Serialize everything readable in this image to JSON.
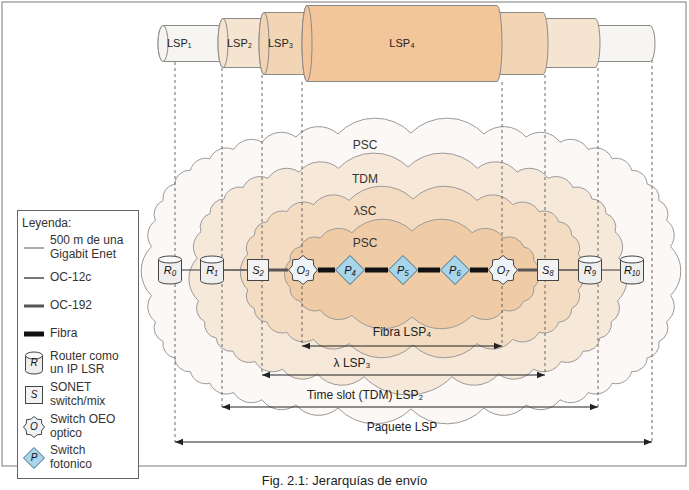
{
  "diagram": {
    "caption": "Fig. 2.1: Jerarquías de envío",
    "nodes": [
      {
        "text": [
          "LSP₁"
        ]
      },
      {
        "text": [
          "LSP₂"
        ],
        "in": 0
      },
      {
        "text": [
          "LSP₃"
        ],
        "in": 1
      },
      {
        "text": [
          "LSP₄"
        ],
        "in": 2
      },
      {
        "text": [
          "PSC"
        ]
      },
      {
        "text": [
          "TDM"
        ],
        "in": 4
      },
      {
        "text": [
          "λSC"
        ],
        "in": 5
      },
      {
        "text": [
          "PSC"
        ],
        "in": 6
      },
      {
        "text": [
          "R₀"
        ],
        "in": 4
      },
      {
        "text": [
          "R₁"
        ],
        "in": 4
      },
      {
        "text": [
          "S₂"
        ],
        "in": 5
      },
      {
        "text": [
          "O₃"
        ],
        "in": 6
      },
      {
        "text": [
          "P₄"
        ],
        "in": 7
      },
      {
        "text": [
          "P₅"
        ],
        "in": 7
      },
      {
        "text": [
          "P₆"
        ],
        "in": 7
      },
      {
        "text": [
          "O₇"
        ],
        "in": 6
      },
      {
        "text": [
          "S₈"
        ],
        "in": 5
      },
      {
        "text": [
          "R₉"
        ],
        "in": 4
      },
      {
        "text": [
          "R₁₀"
        ],
        "in": 4
      }
    ],
    "edges": [
      {
        "from": 8,
        "to": 9,
        "arrow": "none"
      },
      {
        "from": 9,
        "to": 10,
        "arrow": "none"
      },
      {
        "from": 10,
        "to": 11,
        "arrow": "none"
      },
      {
        "from": 11,
        "to": 12,
        "arrow": "none"
      },
      {
        "from": 12,
        "to": 13,
        "arrow": "none"
      },
      {
        "from": 13,
        "to": 14,
        "arrow": "none"
      },
      {
        "from": 14,
        "to": 15,
        "arrow": "none"
      },
      {
        "from": 15,
        "to": 16,
        "arrow": "none"
      },
      {
        "from": 16,
        "to": 17,
        "arrow": "none"
      },
      {
        "from": 17,
        "to": 18,
        "arrow": "none"
      }
    ],
    "labels": [
      "Leyenda:",
      "R",
      "S",
      "O",
      "P",
      "Fibra LSP₄",
      "λ LSP₃",
      "Time slot (TDM) LSP₂",
      "Paquete LSP"
    ],
    "legend": [
      {
        "text": "500 m de una Gigabit Enet"
      },
      {
        "text": "OC-12c"
      },
      {
        "text": "OC-192"
      },
      {
        "text": "Fibra"
      },
      {
        "text": "Router como un IP LSR"
      },
      {
        "text": "SONET switch/mix"
      },
      {
        "text": "Switch OEO optico"
      },
      {
        "text": "Switch fotonico"
      }
    ]
  }
}
